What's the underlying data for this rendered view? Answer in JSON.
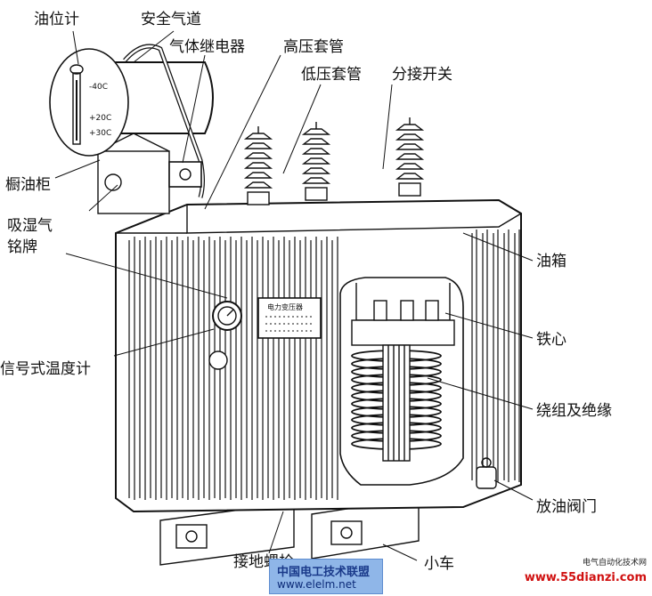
{
  "labels": {
    "oil_level": "油位计",
    "safety_vent": "安全气道",
    "gas_relay": "气体继电器",
    "hv_bushing": "高压套管",
    "lv_bushing": "低压套管",
    "tap_changer": "分接开关",
    "conservator": "橱油柜",
    "breather": "吸湿气",
    "nameplate": "铭牌",
    "thermometer": "信号式温度计",
    "oil_tank": "油箱",
    "iron_core": "铁心",
    "winding": "绕组及绝缘",
    "drain_valve": "放油阀门",
    "ground_bolt": "接地螺栓",
    "trolley": "小车"
  },
  "gauge": {
    "t1": "-40C",
    "t2": "+20C",
    "t3": "+30C"
  },
  "plate_title": "电力变压器",
  "watermarks": {
    "elelm_cn": "中国电工技术联盟",
    "elelm_url": "www.elelm.net",
    "site_cn": "电气自动化技术网",
    "site_url": "www.55dianzi.com"
  }
}
